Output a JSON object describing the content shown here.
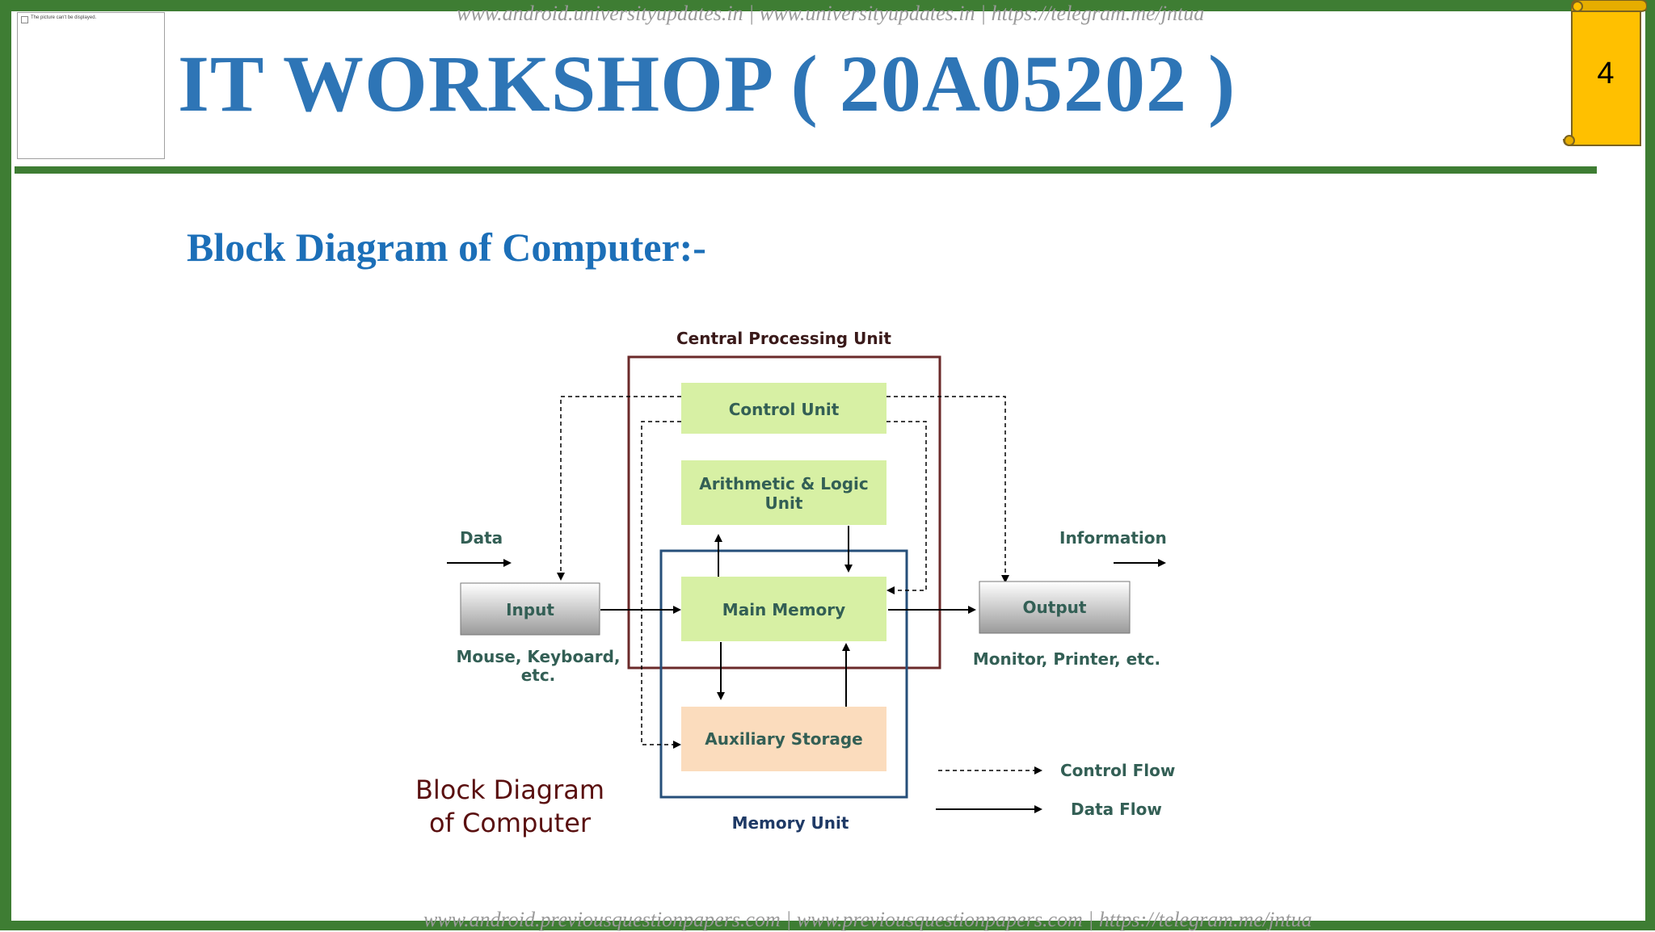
{
  "watermark": {
    "top": "www.android.universityupdates.in | www.universityupdates.in | https://telegram.me/jntua",
    "bottom": "www.android.previousquestionpapers.com | www.previousquestionpapers.com | https://telegram.me/jntua"
  },
  "image_placeholder": {
    "text": "The picture can't be displayed."
  },
  "header": {
    "title": "IT WORKSHOP ( 20A05202 )",
    "page_number": "4"
  },
  "slide": {
    "subtitle": "Block Diagram of Computer:-"
  },
  "diagram": {
    "cpu_label": "Central Processing Unit",
    "control_unit": "Control Unit",
    "alu_line1": "Arithmetic & Logic",
    "alu_line2": "Unit",
    "main_memory": "Main Memory",
    "auxiliary_storage": "Auxiliary Storage",
    "memory_unit_label": "Memory Unit",
    "input": "Input",
    "input_desc_line1": "Mouse, Keyboard,",
    "input_desc_line2": "etc.",
    "output": "Output",
    "output_desc": "Monitor, Printer, etc.",
    "data_label": "Data",
    "information_label": "Information",
    "legend_control": "Control Flow",
    "legend_data": "Data Flow",
    "caption_line1": "Block Diagram",
    "caption_line2": "of Computer"
  },
  "colors": {
    "title_blue": "#2e75b6",
    "frame_green": "#3e7d33",
    "box_green": "#d7f0a4",
    "box_peach": "#fbdcbd",
    "cpu_border": "#6b2a2a",
    "memory_border": "#264f7a",
    "scroll_gold": "#ffc000"
  }
}
